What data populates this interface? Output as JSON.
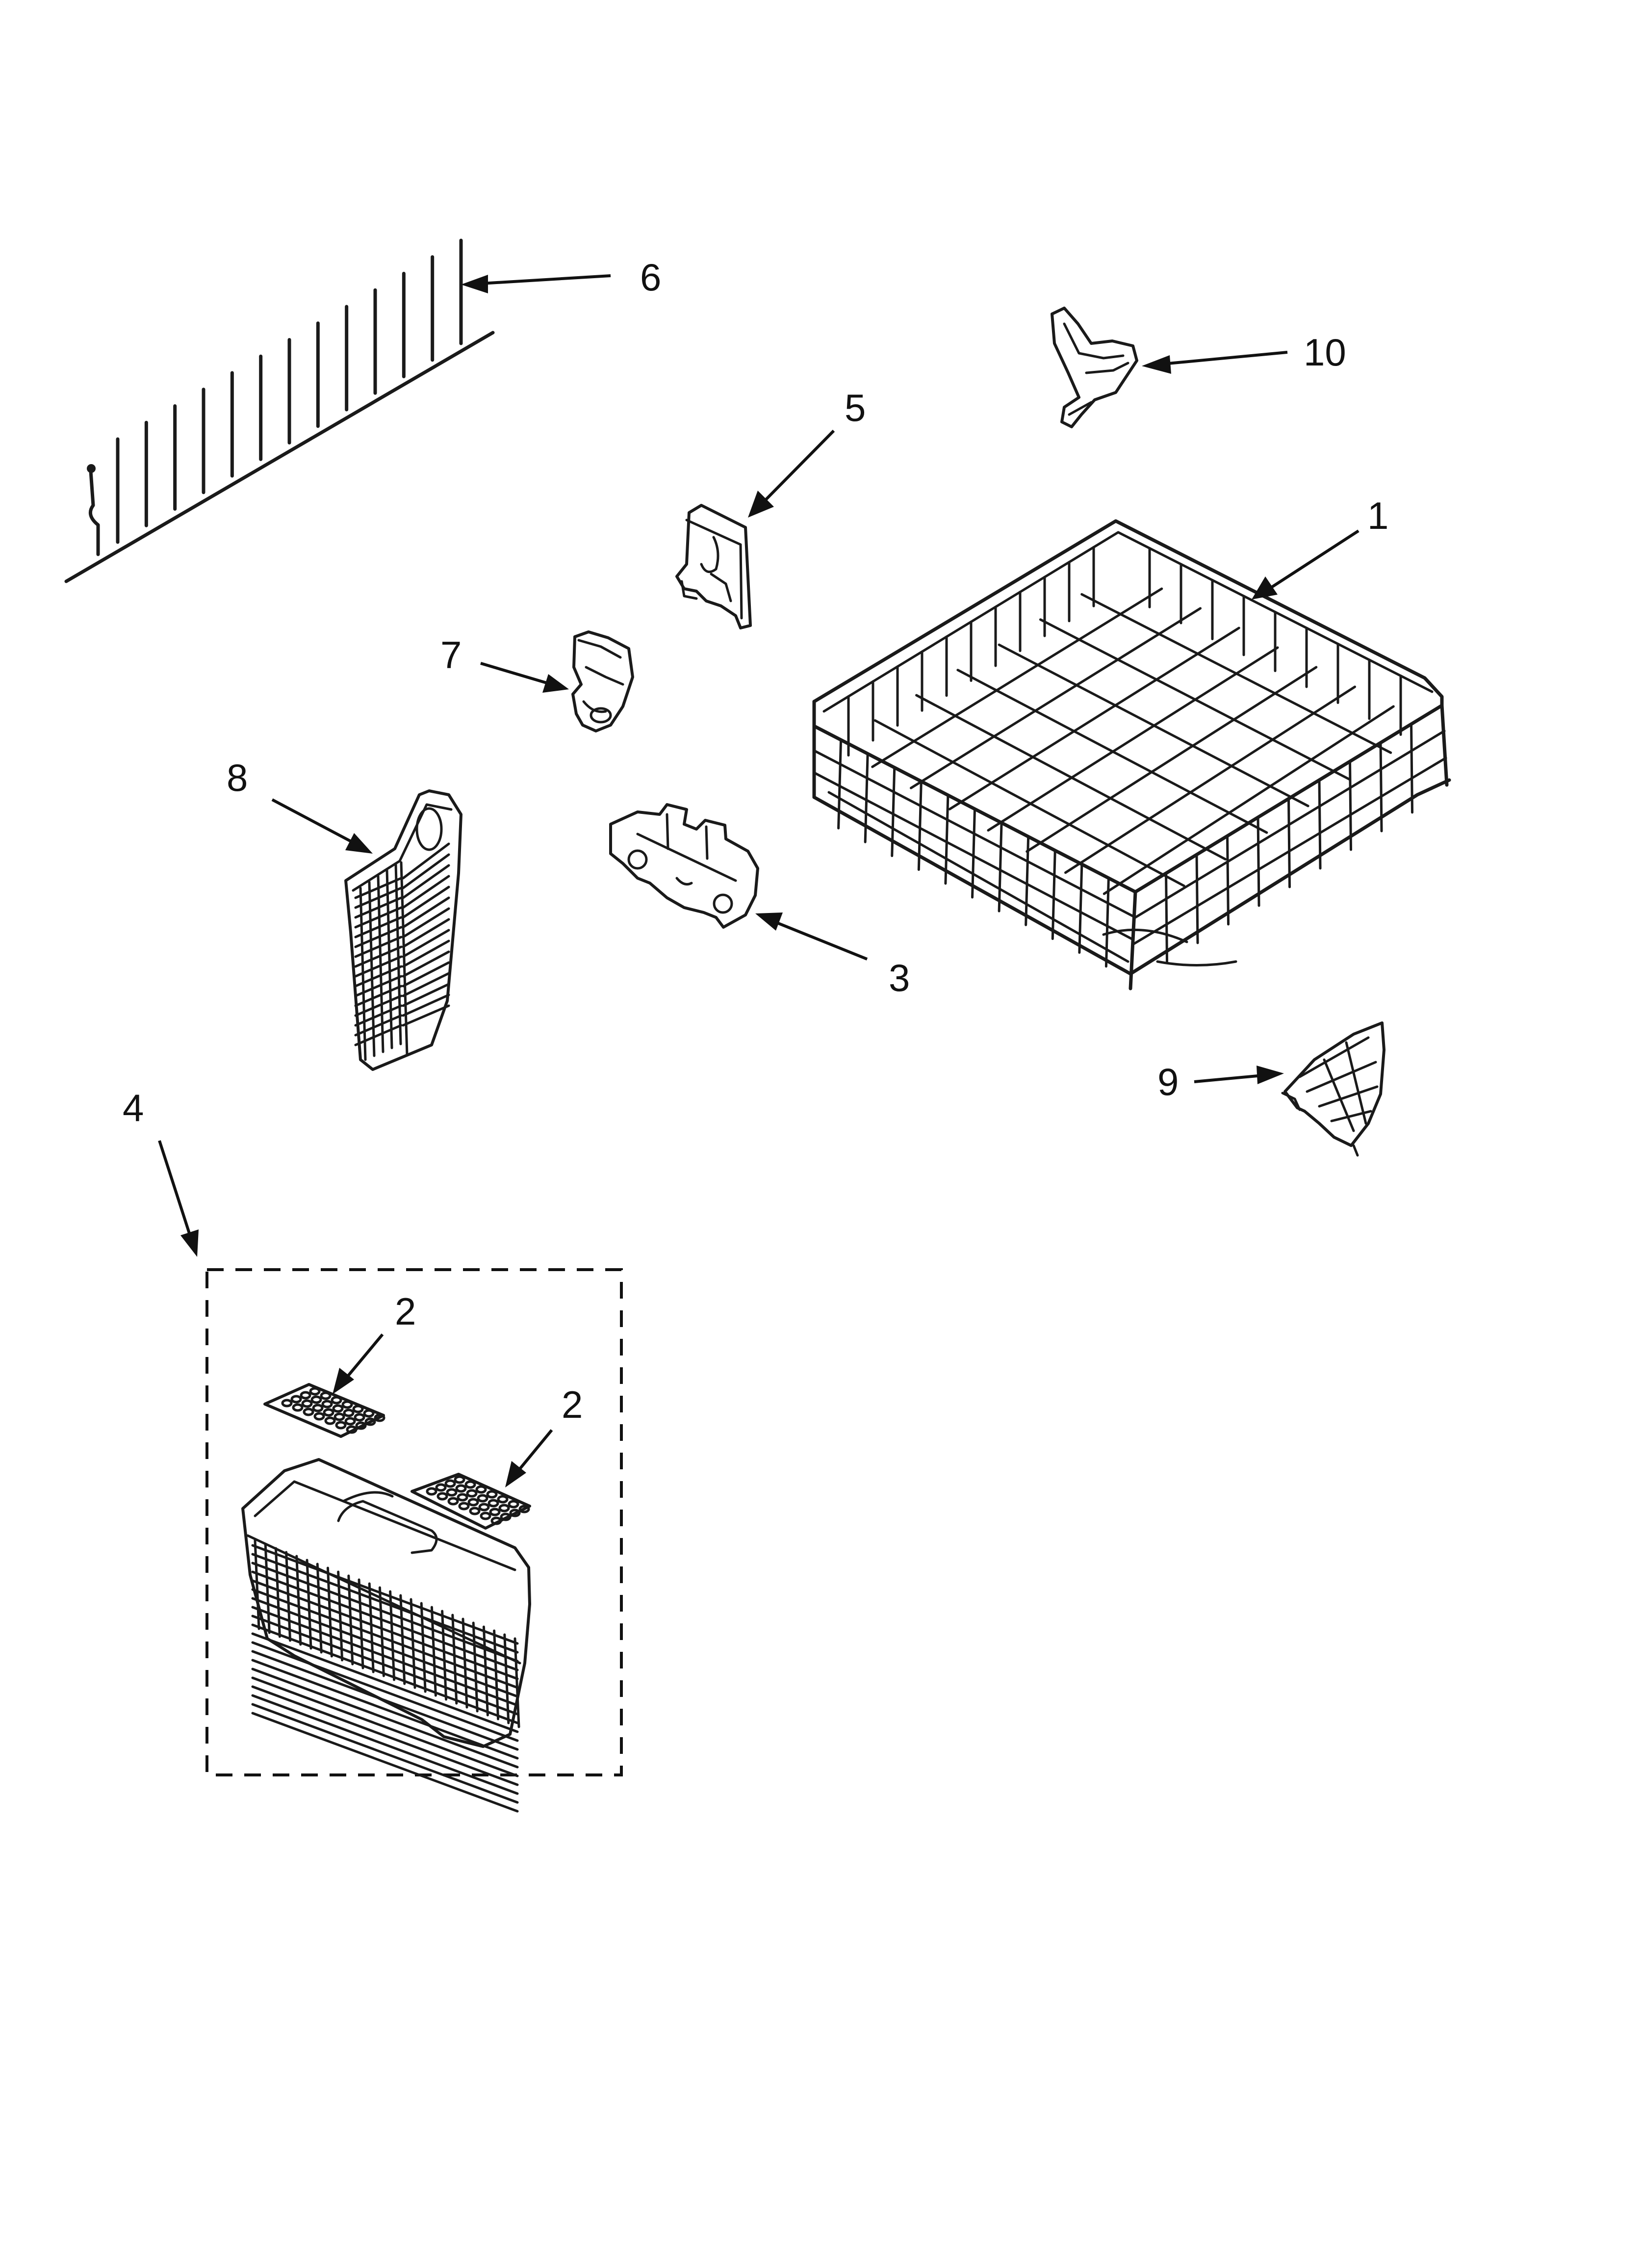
{
  "callouts": {
    "c1": "1",
    "c2a": "2",
    "c2b": "2",
    "c3": "3",
    "c4": "4",
    "c5": "5",
    "c6": "6",
    "c7": "7",
    "c8": "8",
    "c9": "9",
    "c10": "10"
  },
  "parts": [
    {
      "callout": "1",
      "icon": "wire-dish-rack-icon"
    },
    {
      "callout": "2",
      "icon": "basket-lid-icon"
    },
    {
      "callout": "3",
      "icon": "rack-wheel-assembly-icon"
    },
    {
      "callout": "4",
      "icon": "silverware-basket-assembly-icon"
    },
    {
      "callout": "5",
      "icon": "rack-clip-icon"
    },
    {
      "callout": "6",
      "icon": "tine-row-icon"
    },
    {
      "callout": "7",
      "icon": "tine-clip-icon"
    },
    {
      "callout": "8",
      "icon": "utensil-basket-icon"
    },
    {
      "callout": "9",
      "icon": "rack-bumper-icon"
    },
    {
      "callout": "10",
      "icon": "rack-stop-icon"
    }
  ],
  "colors": {
    "ink": "#1a1a1a",
    "background": "#ffffff"
  }
}
